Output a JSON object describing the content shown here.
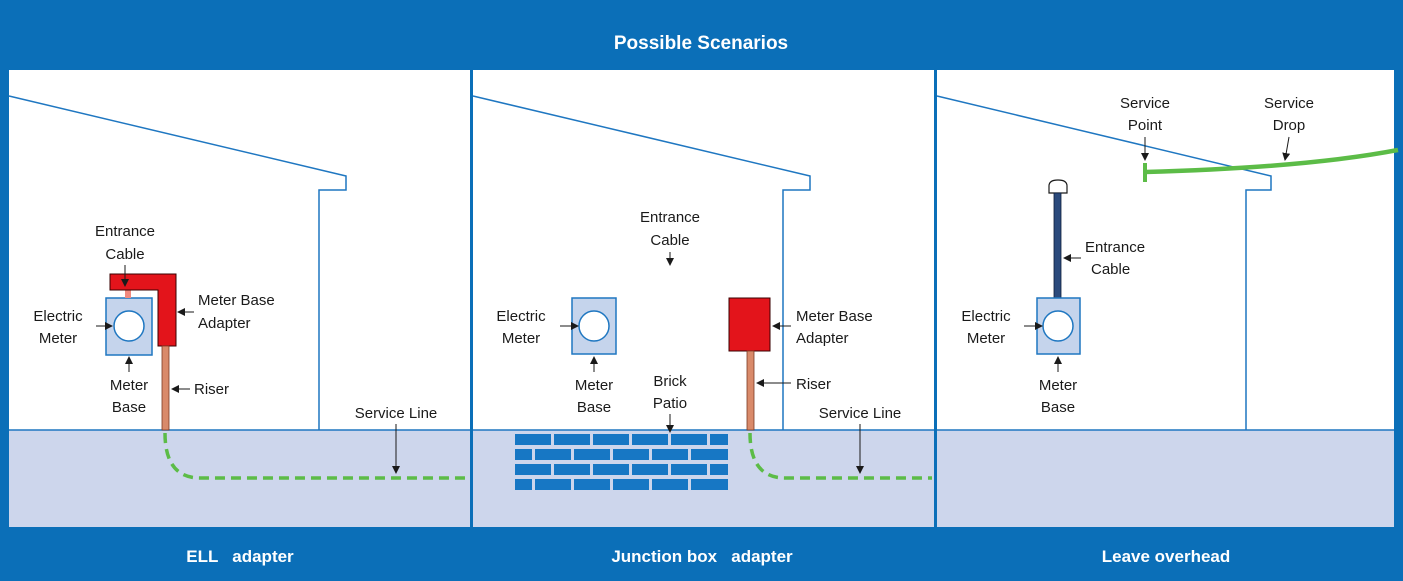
{
  "header": {
    "title": "Possible Scenarios"
  },
  "colors": {
    "frame_blue": "#0b6fb8",
    "ground": "#cdd6ec",
    "wall_line": "#1f77c1",
    "meter_fill": "#c5d4ec",
    "adapter_red": "#e3141b",
    "riser_copper": "#d98a6a",
    "service_line_green": "#5cbc47",
    "brick_blue": "#1777c4",
    "entrance_cable_navy": "#2b4a7c"
  },
  "panels": [
    {
      "caption": "ELL   adapter",
      "labels": {
        "entrance_cable_1": "Entrance",
        "entrance_cable_2": "Cable",
        "electric_meter_1": "Electric",
        "electric_meter_2": "Meter",
        "meter_base_adapter_1": "Meter Base",
        "meter_base_adapter_2": "Adapter",
        "meter_base_1": "Meter",
        "meter_base_2": "Base",
        "riser": "Riser",
        "service_line": "Service Line"
      }
    },
    {
      "caption": "Junction box   adapter",
      "labels": {
        "entrance_cable_1": "Entrance",
        "entrance_cable_2": "Cable",
        "electric_meter_1": "Electric",
        "electric_meter_2": "Meter",
        "meter_base_1": "Meter",
        "meter_base_2": "Base",
        "brick_patio_1": "Brick",
        "brick_patio_2": "Patio",
        "meter_base_adapter_1": "Meter Base",
        "meter_base_adapter_2": "Adapter",
        "riser": "Riser",
        "service_line": "Service Line"
      }
    },
    {
      "caption": "Leave overhead",
      "labels": {
        "service_point_1": "Service",
        "service_point_2": "Point",
        "service_drop_1": "Service",
        "service_drop_2": "Drop",
        "entrance_cable_1": "Entrance",
        "entrance_cable_2": "Cable",
        "electric_meter_1": "Electric",
        "electric_meter_2": "Meter",
        "meter_base_1": "Meter",
        "meter_base_2": "Base"
      }
    }
  ]
}
